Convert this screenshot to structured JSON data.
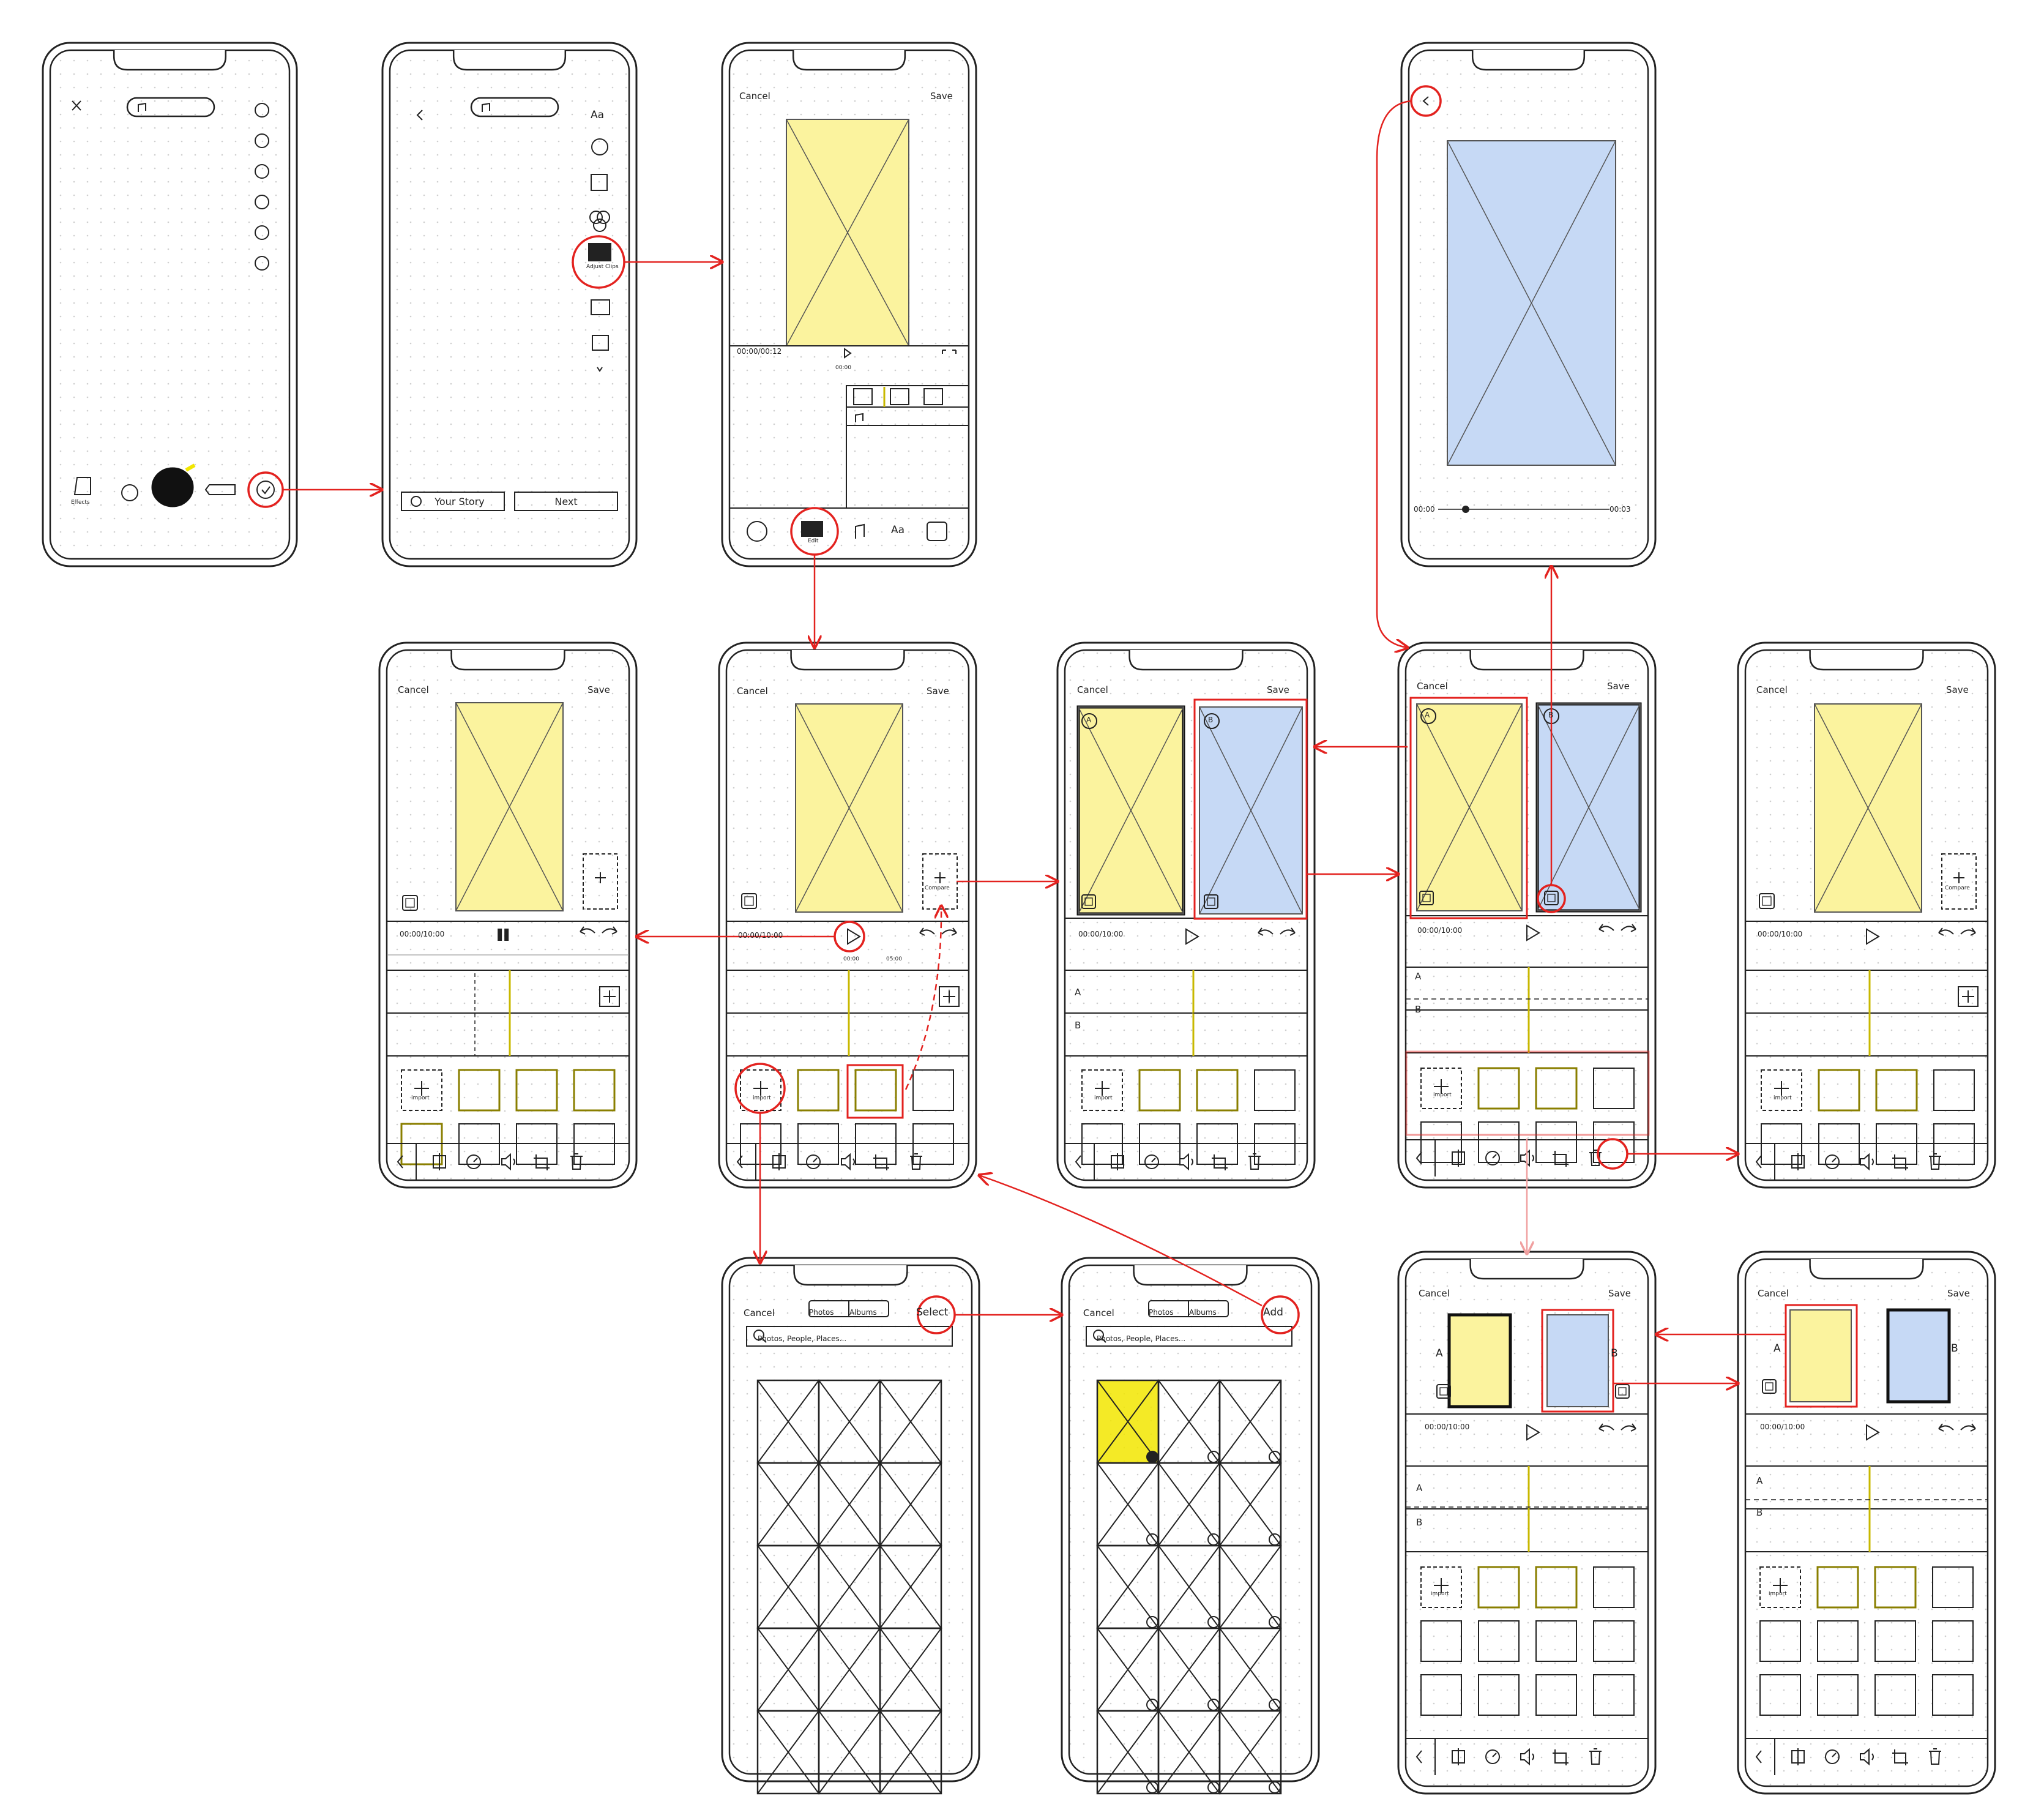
{
  "screens": {
    "camera": {
      "effects_label": "Effects"
    },
    "editor": {
      "font_label": "Aa",
      "adjust_clips_label": "Adjust Clips",
      "your_story_label": "Your Story",
      "next_label": "Next"
    },
    "clip_edit": {
      "cancel": "Cancel",
      "save": "Save",
      "time": "00:00/00:12",
      "playhead": "00:00",
      "edit_label": "Edit",
      "font_label": "Aa"
    },
    "timeline": {
      "cancel": "Cancel",
      "save": "Save",
      "time": "00:00/10:00",
      "compare_label": "Compare",
      "import_label": "import",
      "tick1": "00:00",
      "tick2": "05:00"
    },
    "compare": {
      "cancel": "Cancel",
      "save": "Save",
      "time": "00:00/10:00",
      "track_a": "A",
      "track_b": "B",
      "badge_a": "A",
      "badge_b": "B"
    },
    "fullscreen": {
      "start_time": "00:00",
      "end_time": "00:03"
    },
    "picker": {
      "cancel": "Cancel",
      "tab_photos": "Photos",
      "tab_albums": "Albums",
      "select": "Select",
      "add": "Add",
      "search_placeholder": "Photos, People, Places..."
    }
  },
  "colors": {
    "annotation": "#e3221f",
    "clip_yellow": "#fbf39e",
    "clip_blue": "#c6d9f5",
    "ink": "#222222",
    "highlight": "#f2e600"
  }
}
